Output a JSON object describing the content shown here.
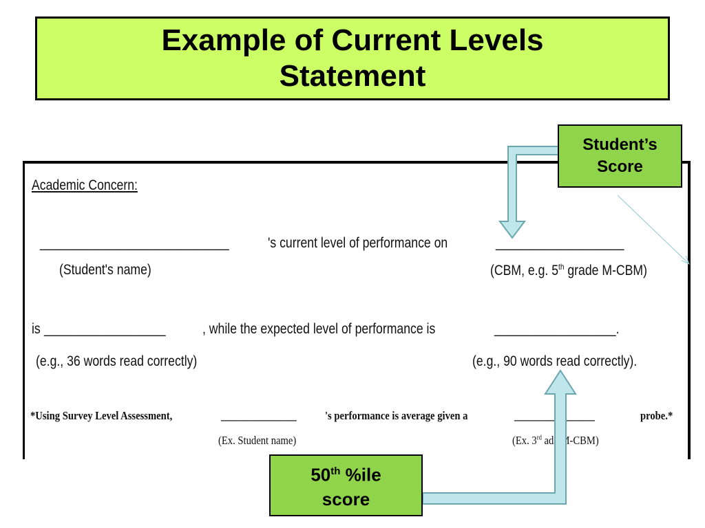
{
  "title": {
    "line1": "Example of Current Levels",
    "line2": "Statement"
  },
  "form": {
    "heading": "Academic Concern:",
    "line1_blank": "____________________________",
    "line1_text": "'s current level of performance on",
    "line1_blank2": "___________________",
    "sub1_left": "(Student's name)",
    "sub1_right_prefix": "(CBM, e.g. 5",
    "sub1_right_sup": "th",
    "sub1_right_suffix": " grade M-CBM)",
    "line2_prefix": "is",
    "line2_blank": "__________________",
    "line2_text": ", while the expected level of performance is",
    "line2_blank2": "__________________.",
    "sub2_left": "(e.g., 36 words read correctly)",
    "sub2_right": "(e.g., 90 words read correctly).",
    "line3_prefix": "*Using Survey Level Assessment,",
    "line3_blank": "_______________",
    "line3_text": "'s performance is average given a",
    "line3_blank2": "________________",
    "line3_suffix": "probe.*",
    "sub3_left": "(Ex. Student name)",
    "sub3_right_prefix": "(Ex. 3",
    "sub3_right_sup": "rd",
    "sub3_right_suffix": "   ade M-CBM)"
  },
  "callouts": {
    "score_line1": "Student’s",
    "score_line2": "Score",
    "pct_base": "50",
    "pct_sup": "th",
    "pct_rest": " %ile",
    "pct_line2": "score"
  },
  "colors": {
    "title_bg": "#ccff66",
    "callout_bg": "#8fd44b",
    "arrow_fill": "#bfe6ea",
    "arrow_stroke": "#6aa6b0"
  }
}
